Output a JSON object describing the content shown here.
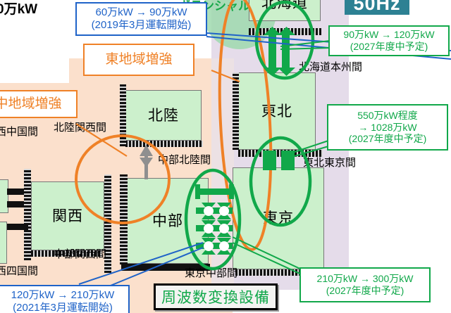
{
  "diagram": {
    "title_fragment_topleft": "0万kW",
    "potential_fragment": "ポテンシャル",
    "hz_badge": "50Hz"
  },
  "regions": [
    {
      "key": "hokkaido",
      "label": "北海道"
    },
    {
      "key": "tohoku",
      "label": "東北"
    },
    {
      "key": "tokyo",
      "label": "東京"
    },
    {
      "key": "hokuriku",
      "label": "北陸"
    },
    {
      "key": "chubu",
      "label": "中部"
    },
    {
      "key": "kansai",
      "label": "関西"
    }
  ],
  "interconnection_labels": [
    {
      "key": "hokkaido-honshu",
      "label": "北海道本州間"
    },
    {
      "key": "tohoku-tokyo",
      "label": "東北東京間"
    },
    {
      "key": "tokyo-chubu",
      "label": "東京中部間"
    },
    {
      "key": "chubu-hokuriku",
      "label": "中部北陸間"
    },
    {
      "key": "hokuriku-kansai",
      "label": "北陸関西間"
    },
    {
      "key": "chubu-kansai",
      "label": "中部関西間"
    },
    {
      "key": "kansai-chugoku",
      "label": "西中国間"
    },
    {
      "key": "kansai-shikoku",
      "label": "西四国間"
    }
  ],
  "callouts": [
    {
      "key": "hokuriku-kansai-upgrade",
      "style": "blue",
      "lines": [
        "60万kW → 90万kW",
        "(2019年3月運転開始)"
      ]
    },
    {
      "key": "east-area-reinforcement",
      "style": "orange",
      "lines": [
        "東地域増強"
      ]
    },
    {
      "key": "central-area-reinforcement",
      "style": "orange",
      "lines": [
        "中地域増強"
      ]
    },
    {
      "key": "hokkaido-honshu-upgrade",
      "style": "green",
      "lines": [
        "90万kW → 120万kW",
        "(2027年度中予定)"
      ]
    },
    {
      "key": "tohoku-tokyo-upgrade",
      "style": "green",
      "lines": [
        "550万kW程度",
        "→ 1028万kW",
        "(2027年度中予定)"
      ]
    },
    {
      "key": "tokyo-chubu-upgrade",
      "style": "green",
      "lines": [
        "210万kW → 300万kW",
        "(2027年度中予定)"
      ]
    },
    {
      "key": "chubu-kansai-upgrade",
      "style": "blue",
      "lines": [
        "120万kW → 210万kW",
        "(2021年3月運転開始)"
      ]
    }
  ],
  "legend": {
    "frequency_converter": "周波数変換設備"
  },
  "colors": {
    "zone_60hz": "#fbe0cc",
    "zone_50hz": "#e5dcea",
    "region_fill": "#ccf0cc",
    "tie_line": "#111111",
    "callout_blue": "#1f63c8",
    "callout_green": "#11a84a",
    "callout_orange": "#ef8127",
    "badge_teal": "#2d8193"
  }
}
